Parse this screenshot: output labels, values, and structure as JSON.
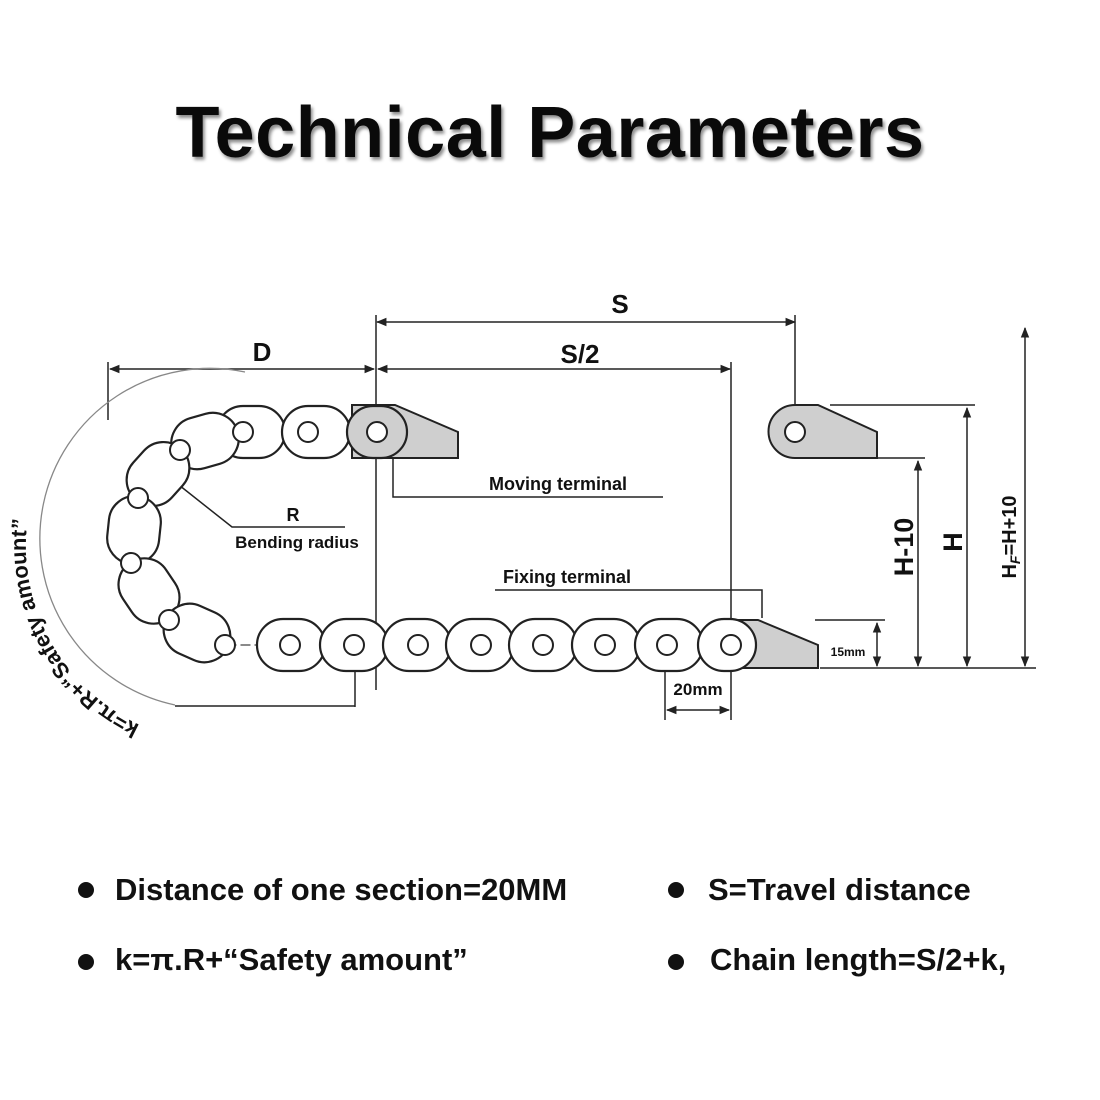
{
  "title": "Technical Parameters",
  "labels": {
    "s": "S",
    "d": "D",
    "s_half": "S/2",
    "moving_terminal": "Moving terminal",
    "r": "R",
    "bending_radius": "Bending radius",
    "fixing_terminal": "Fixing terminal",
    "fifteen_mm": "15mm",
    "twenty_mm": "20mm",
    "h_minus_10": "H-10",
    "h": "H",
    "hf_h": "H",
    "hf_sub": "F",
    "hf_rest": "=H+10",
    "k_formula": "k=π.R+“Safety amount”"
  },
  "bullets": [
    {
      "text": "Distance of one section=20MM"
    },
    {
      "text": "S=Travel distance"
    },
    {
      "text": "k=π.R+“Safety amount”"
    },
    {
      "text": "Chain length=S/2+k,"
    }
  ],
  "colors": {
    "line": "#222222",
    "terminal_fill": "#cfcfcf",
    "link_fill": "#ffffff"
  }
}
